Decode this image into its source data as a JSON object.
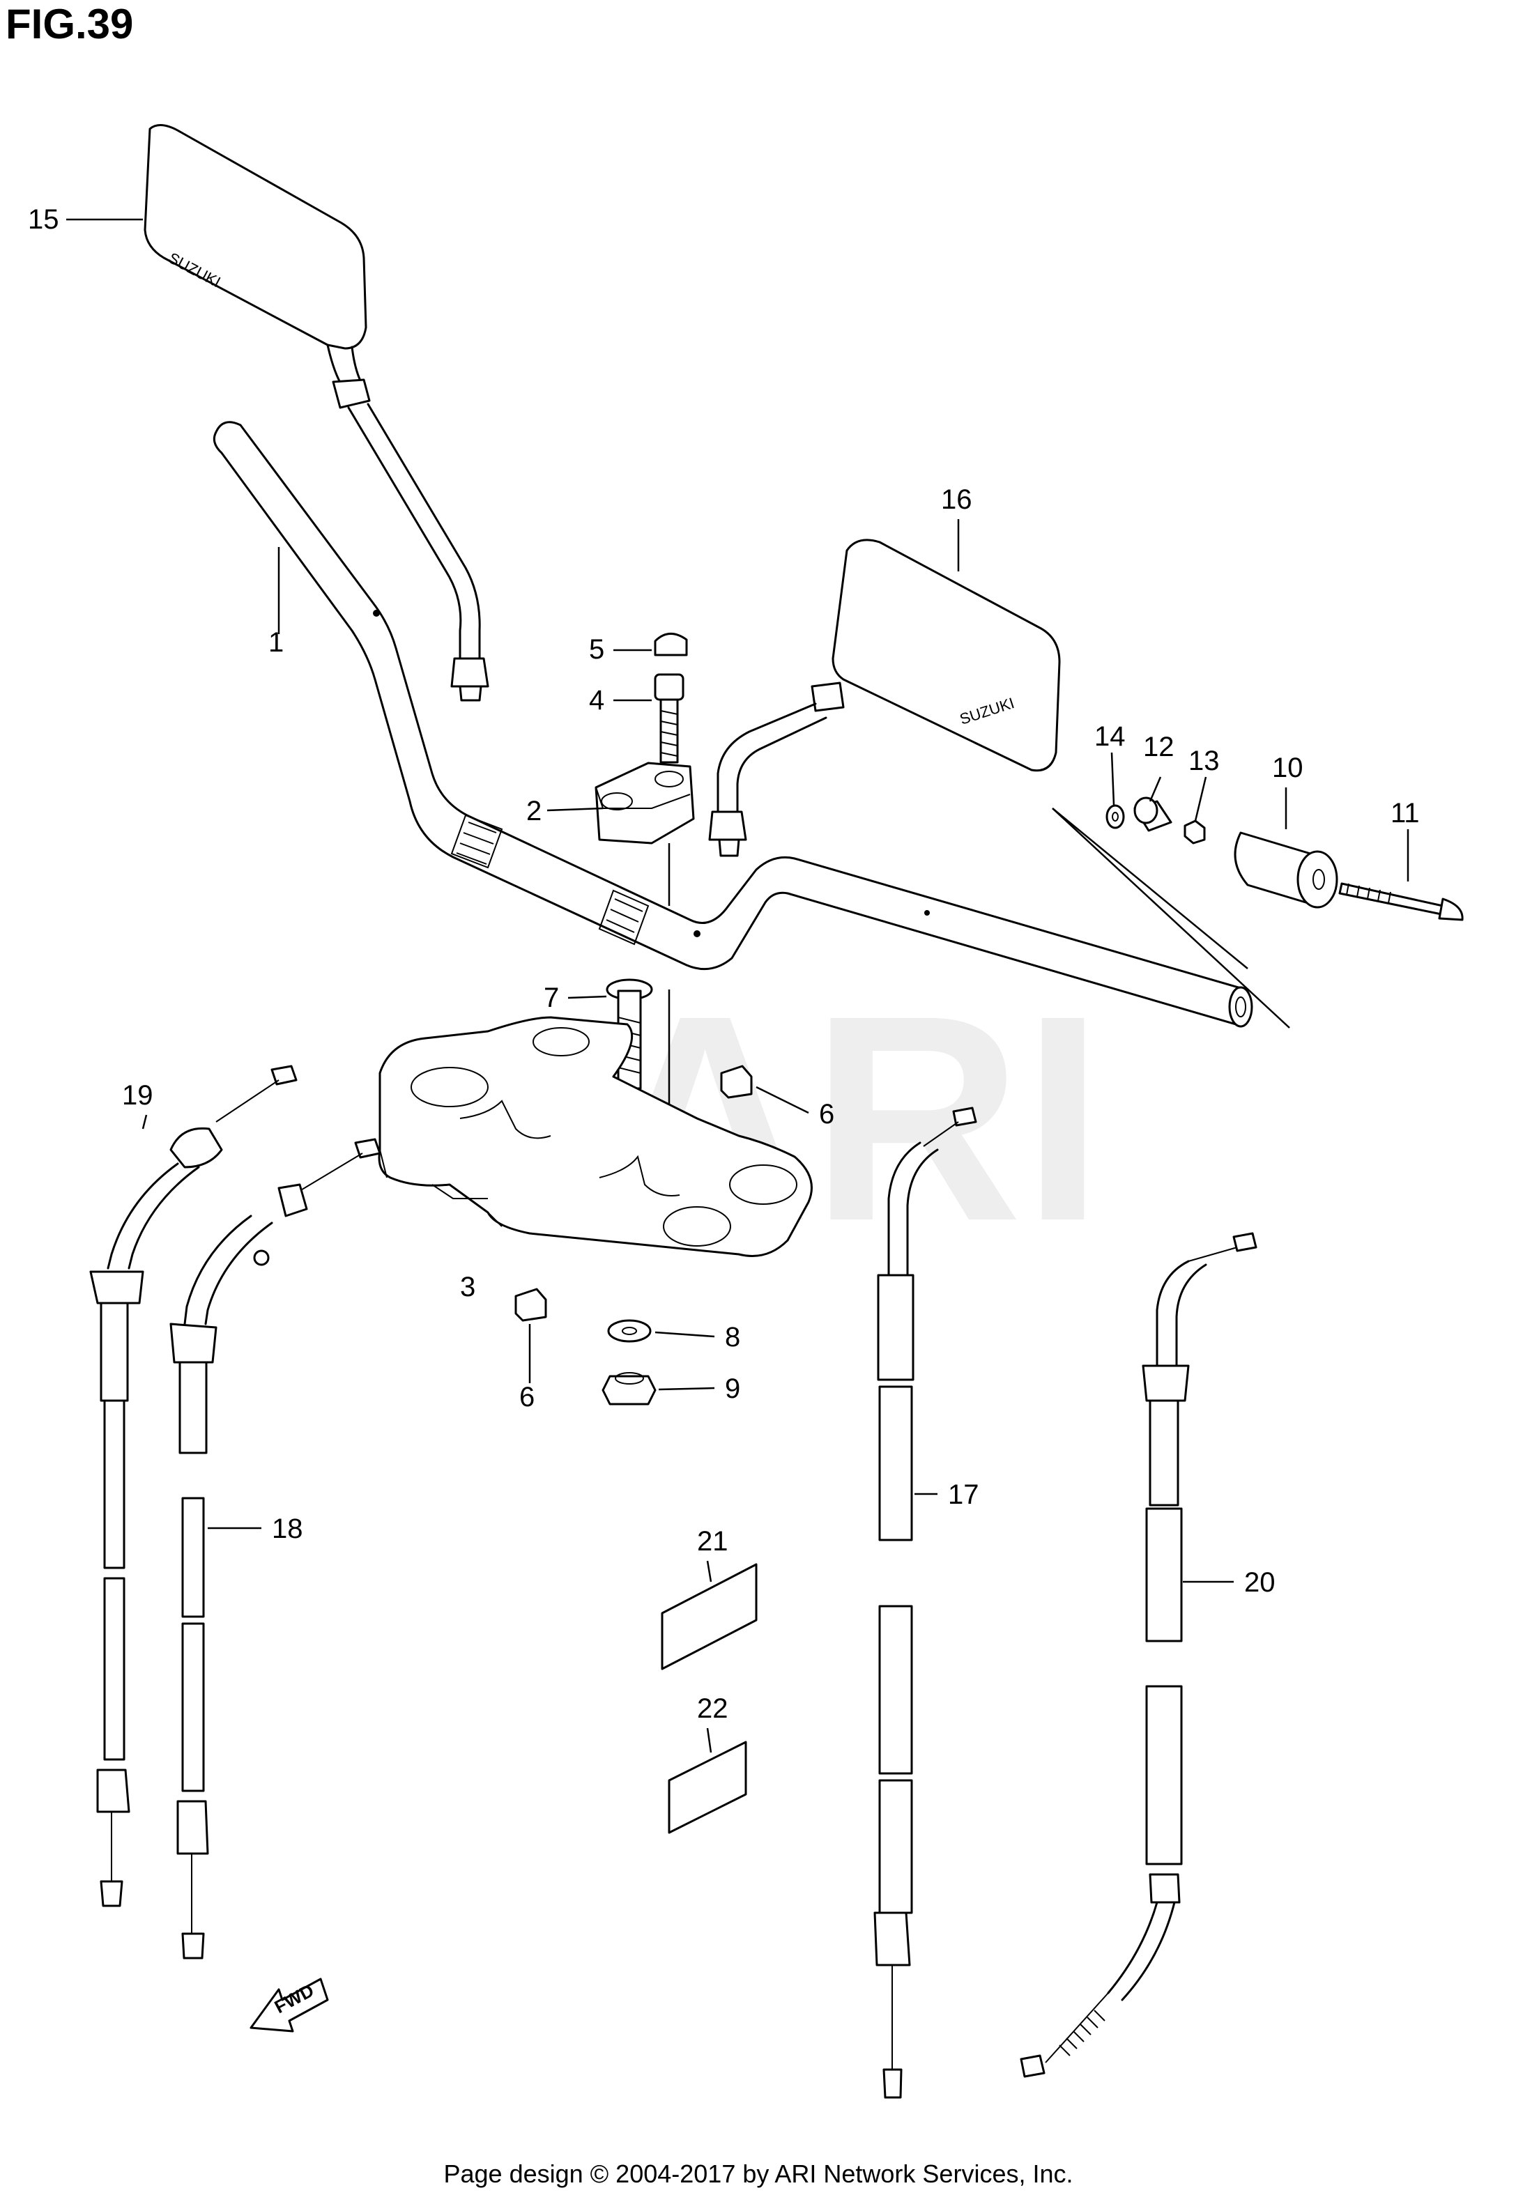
{
  "figure": {
    "title": "FIG.39"
  },
  "watermark": "ARI",
  "brand_marks": {
    "mirror_left": "SUZUKI",
    "mirror_right": "SUZUKI"
  },
  "fwd_label": "FWD",
  "callouts": {
    "c1": "1",
    "c2": "2",
    "c3": "3",
    "c4": "4",
    "c5": "5",
    "c6a": "6",
    "c6b": "6",
    "c7": "7",
    "c8": "8",
    "c9": "9",
    "c10": "10",
    "c11": "11",
    "c12": "12",
    "c13": "13",
    "c14": "14",
    "c15": "15",
    "c16": "16",
    "c17": "17",
    "c18": "18",
    "c19": "19",
    "c20": "20",
    "c21": "21",
    "c22": "22"
  },
  "footer": {
    "text": "Page design © 2004-2017 by ARI Network Services, Inc."
  }
}
